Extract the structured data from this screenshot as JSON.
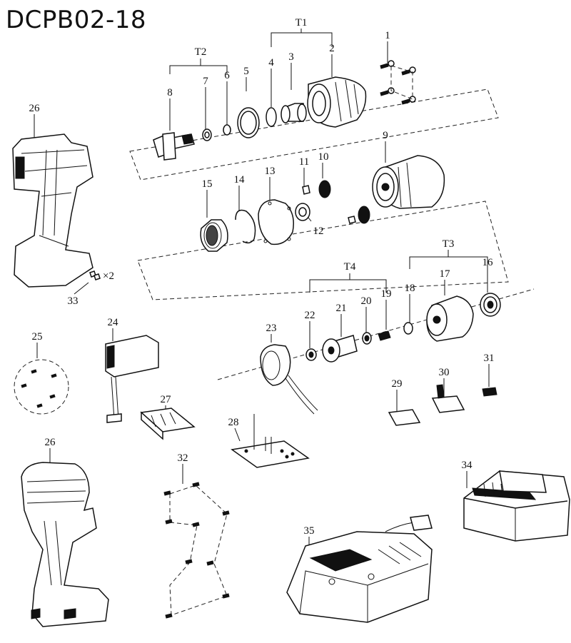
{
  "title": "DCPB02-18",
  "callouts": [
    {
      "id": "T1",
      "text": "T1"
    },
    {
      "id": "T2",
      "text": "T2"
    },
    {
      "id": "T3",
      "text": "T3"
    },
    {
      "id": "T4",
      "text": "T4"
    },
    {
      "id": "1",
      "text": "1"
    },
    {
      "id": "2",
      "text": "2"
    },
    {
      "id": "3",
      "text": "3"
    },
    {
      "id": "4",
      "text": "4"
    },
    {
      "id": "5",
      "text": "5"
    },
    {
      "id": "6",
      "text": "6"
    },
    {
      "id": "7",
      "text": "7"
    },
    {
      "id": "8",
      "text": "8"
    },
    {
      "id": "9",
      "text": "9"
    },
    {
      "id": "10",
      "text": "10"
    },
    {
      "id": "11",
      "text": "11"
    },
    {
      "id": "12",
      "text": "12"
    },
    {
      "id": "13",
      "text": "13"
    },
    {
      "id": "14",
      "text": "14"
    },
    {
      "id": "15",
      "text": "15"
    },
    {
      "id": "16",
      "text": "16"
    },
    {
      "id": "17",
      "text": "17"
    },
    {
      "id": "18",
      "text": "18"
    },
    {
      "id": "19",
      "text": "19"
    },
    {
      "id": "20",
      "text": "20"
    },
    {
      "id": "21",
      "text": "21"
    },
    {
      "id": "22",
      "text": "22"
    },
    {
      "id": "23",
      "text": "23"
    },
    {
      "id": "24",
      "text": "24"
    },
    {
      "id": "25",
      "text": "25"
    },
    {
      "id": "26a",
      "text": "26"
    },
    {
      "id": "26b",
      "text": "26"
    },
    {
      "id": "27",
      "text": "27"
    },
    {
      "id": "28",
      "text": "28"
    },
    {
      "id": "29",
      "text": "29"
    },
    {
      "id": "30",
      "text": "30"
    },
    {
      "id": "31",
      "text": "31"
    },
    {
      "id": "32",
      "text": "32"
    },
    {
      "id": "33",
      "text": "33"
    },
    {
      "id": "34",
      "text": "34"
    },
    {
      "id": "35",
      "text": "35"
    }
  ],
  "qty_note": "×2"
}
